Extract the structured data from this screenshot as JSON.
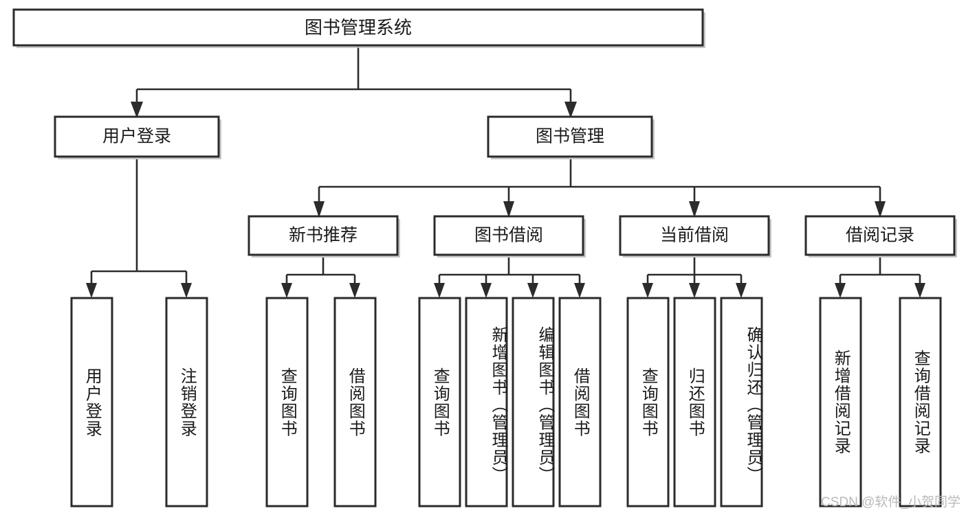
{
  "diagram": {
    "title_node": {
      "label": "图书管理系统"
    },
    "level2": [
      {
        "id": "user-login",
        "label": "用户登录"
      },
      {
        "id": "book-management",
        "label": "图书管理"
      }
    ],
    "level3": [
      {
        "id": "new-book-recommend",
        "label": "新书推荐"
      },
      {
        "id": "book-borrow",
        "label": "图书借阅"
      },
      {
        "id": "current-borrow",
        "label": "当前借阅"
      },
      {
        "id": "borrow-record",
        "label": "借阅记录"
      }
    ],
    "leaves": {
      "user_login": [
        {
          "id": "leaf-user-login",
          "label": "用户登录"
        },
        {
          "id": "leaf-logout-login",
          "label": "注销登录"
        }
      ],
      "new_book_recommend": [
        {
          "id": "leaf-query-book-1",
          "label": "查询图书"
        },
        {
          "id": "leaf-borrow-book-1",
          "label": "借阅图书"
        }
      ],
      "book_borrow": [
        {
          "id": "leaf-query-book-2",
          "label": "查询图书"
        },
        {
          "id": "leaf-add-book",
          "label": "新增图书（管理员）"
        },
        {
          "id": "leaf-edit-book",
          "label": "编辑图书（管理员）"
        },
        {
          "id": "leaf-borrow-book-2",
          "label": "借阅图书"
        }
      ],
      "current_borrow": [
        {
          "id": "leaf-query-book-3",
          "label": "查询图书"
        },
        {
          "id": "leaf-return-book",
          "label": "归还图书"
        },
        {
          "id": "leaf-confirm-return",
          "label": "确认归还（管理员）"
        }
      ],
      "borrow_record": [
        {
          "id": "leaf-add-record",
          "label": "新增借阅记录"
        },
        {
          "id": "leaf-query-record",
          "label": "查询借阅记录"
        }
      ]
    },
    "watermark": "CSDN @软件_小贺同学",
    "colors": {
      "box_stroke": "#2b2b2b",
      "box_fill": "#ffffff",
      "text": "#1a1a1a",
      "connector": "#2b2b2b",
      "watermark": "#b9b9b9",
      "background": "#ffffff"
    }
  }
}
